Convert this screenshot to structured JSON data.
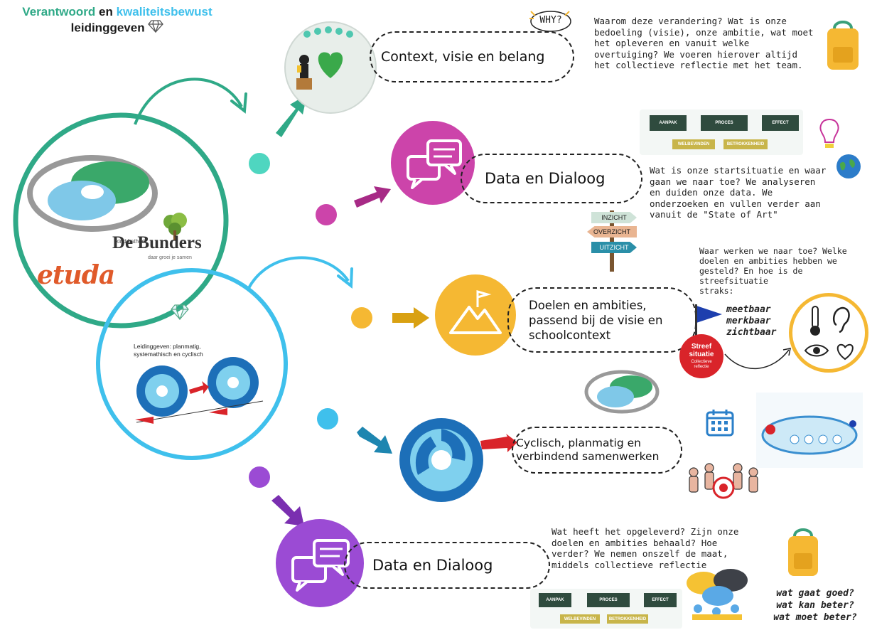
{
  "title": {
    "word_verantwoord": "Verantwoord",
    "word_en": "en",
    "word_kwaliteit": "kwaliteitsbewust",
    "line2": "leidinggeven"
  },
  "logos": {
    "bunders_small": "kind kathedr",
    "bunders": "De Bunders",
    "bunders_tagline": "daar groei je samen",
    "etuda": "etuda"
  },
  "cycle_caption": "Leidinggeven: planmatig,\nsystemathisch en cyclisch",
  "why_label": "WHY?",
  "steps": [
    {
      "label": "Context, visie en belang",
      "desc": "Waarom deze verandering? Wat is onze\nbedoeling (visie), onze ambitie, wat moet\nhet opleveren en vanuit welke\novertuiging?  We voeren hierover altijd\nhet collectieve reflectie met het team."
    },
    {
      "label": "Data en Dialoog",
      "desc": "Wat is onze startsituatie en waar\ngaan we naar toe? We analyseren\nen duiden onze data. We\nonderzoeken en vullen verder aan\nvanuit de \"State of Art\""
    },
    {
      "label": "Doelen en ambities,\npassend bij de visie en\nschoolcontext",
      "desc": "Waar werken we naar toe? Welke\ndoelen en ambities hebben we\ngesteld? En hoe is de streefsituatie\nstraks:"
    },
    {
      "label": "Cyclisch, planmatig en\nverbindend samenwerken",
      "desc": ""
    },
    {
      "label": "Data en Dialoog",
      "desc": "Wat heeft het opgeleverd? Zijn onze\ndoelen en ambities behaald? Hoe\nverder? We nemen onszelf de maat,\nmiddels collectieve reflectie"
    }
  ],
  "signpost": [
    "INZICHT",
    "OVERZICHT",
    "UITZICHT"
  ],
  "process_boxes": [
    "AANPAK",
    "PROCES",
    "EFFECT",
    "WELBEVINDEN",
    "BETROKKENHEID"
  ],
  "flag": {
    "title": "Streef situatie",
    "sub": "Collectieve reflectie"
  },
  "measures": "meetbaar\nmerkbaar\nzichtbaar",
  "questions": "wat gaat goed?\nwat kan beter?\nwat moet beter?",
  "colors": {
    "green": "#2fa987",
    "blue": "#3fc0ec",
    "pink": "#cc44aa",
    "yellow": "#f5b833",
    "purple": "#9b4bd4",
    "teal": "#4fd6c0"
  }
}
